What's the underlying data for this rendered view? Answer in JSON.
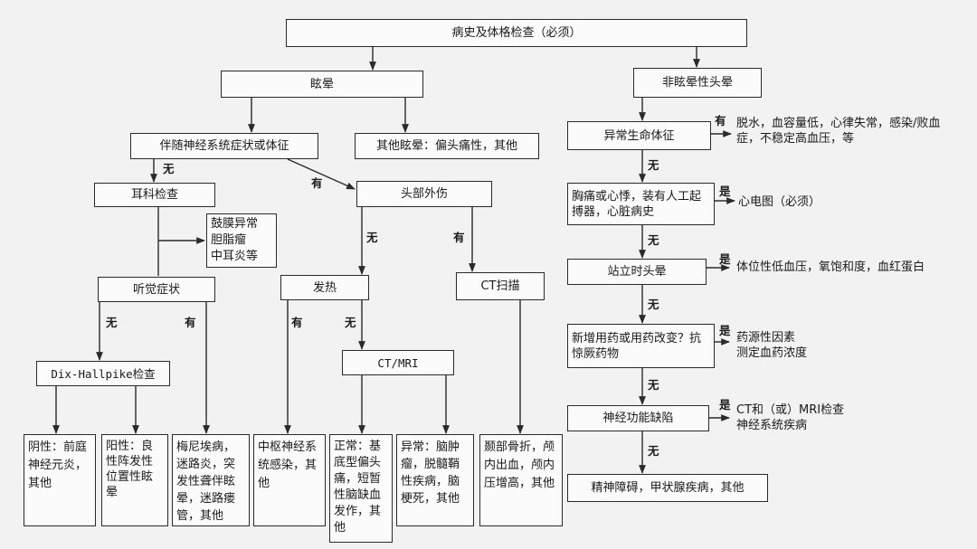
{
  "nodes": {
    "history_exam": "病史及体格检查（必须）",
    "vertigo": "眩晕",
    "non_vertigo": "非眩晕性头晕",
    "neuro_signs": "伴随神经系统症状或体征",
    "other_vertigo": "其他眩晕：偏头痛性，其他",
    "abnormal_vitals": "异常生命体征",
    "ent_exam": "耳科检查",
    "ent_findings": "鼓膜异常\n胆脂瘤\n中耳炎等",
    "head_trauma": "头部外伤",
    "chest_pain": "胸痛或心悸，装有人工起搏器，心脏病史",
    "auditory": "听觉症状",
    "fever": "发热",
    "ct_scan": "CT扫描",
    "orthostatic": "站立时头晕",
    "new_meds": "新增用药或用药改变？抗惊厥药物",
    "dix_hallpike": "Dix-Hallpike检查",
    "ct_mri": "CT/MRI",
    "neuro_deficit": "神经功能缺陷",
    "negative": "阴性：前庭神经元炎，其他",
    "positive": "阳性：良性阵发性位置性眩晕",
    "meniere": "梅尼埃病，迷路炎，突发性聋伴眩晕，迷路瘘管，其他",
    "cns_infection": "中枢神经系统感染，其他",
    "ct_normal": "正常：基底型偏头痛，短暂性脑缺血发作，其他",
    "ct_abnormal": "异常：脑肿瘤，脱髓鞘性疾病，脑梗死，其他",
    "skull_fracture": "颞部骨折，颅内出血，颅内压增高，其他",
    "psych": "精神障碍，甲状腺疾病，其他"
  },
  "outcomes": {
    "vitals_yes": "脱水，血容量低，心律失常，感染/败血症，不稳定高血压，等",
    "ecg": "心电图（必须）",
    "orthostatic_yes": "体位性低血压，氧饱和度，血红蛋白",
    "drug_yes": "药源性因素\n测定血药浓度",
    "neuro_yes": "CT和（或）MRI检查\n神经系统疾病"
  },
  "labels": {
    "yes": "有",
    "no": "无",
    "is": "是"
  }
}
